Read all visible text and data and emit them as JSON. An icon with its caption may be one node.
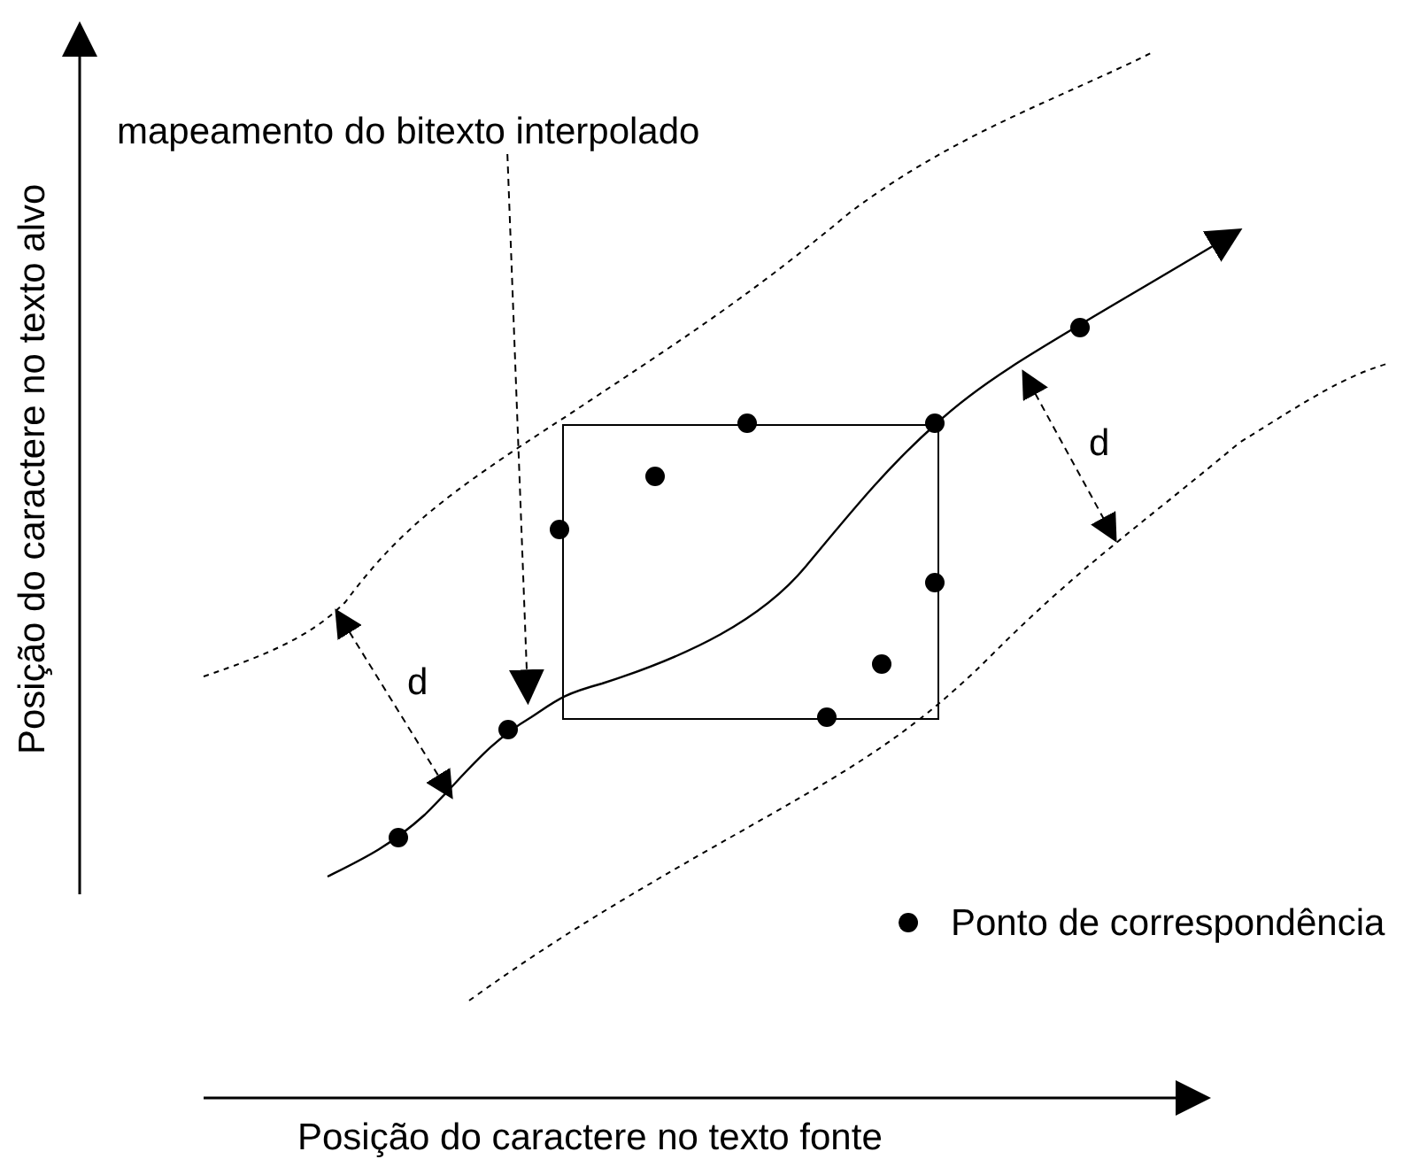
{
  "diagram": {
    "nodes": [
      {
        "text": [
          "mapeamento do bitexto interpolado"
        ]
      },
      {
        "text": [],
        "shape": "line"
      }
    ],
    "edges": [
      {
        "from": 0,
        "to": 1,
        "arrow": "to",
        "style": "dashed"
      }
    ],
    "labels": [
      "d",
      "d",
      "Posição do caractere no texto alvo",
      "Posição do caractere no texto fonte"
    ],
    "legend": [
      {
        "text": "Ponto de correspondência"
      }
    ]
  }
}
